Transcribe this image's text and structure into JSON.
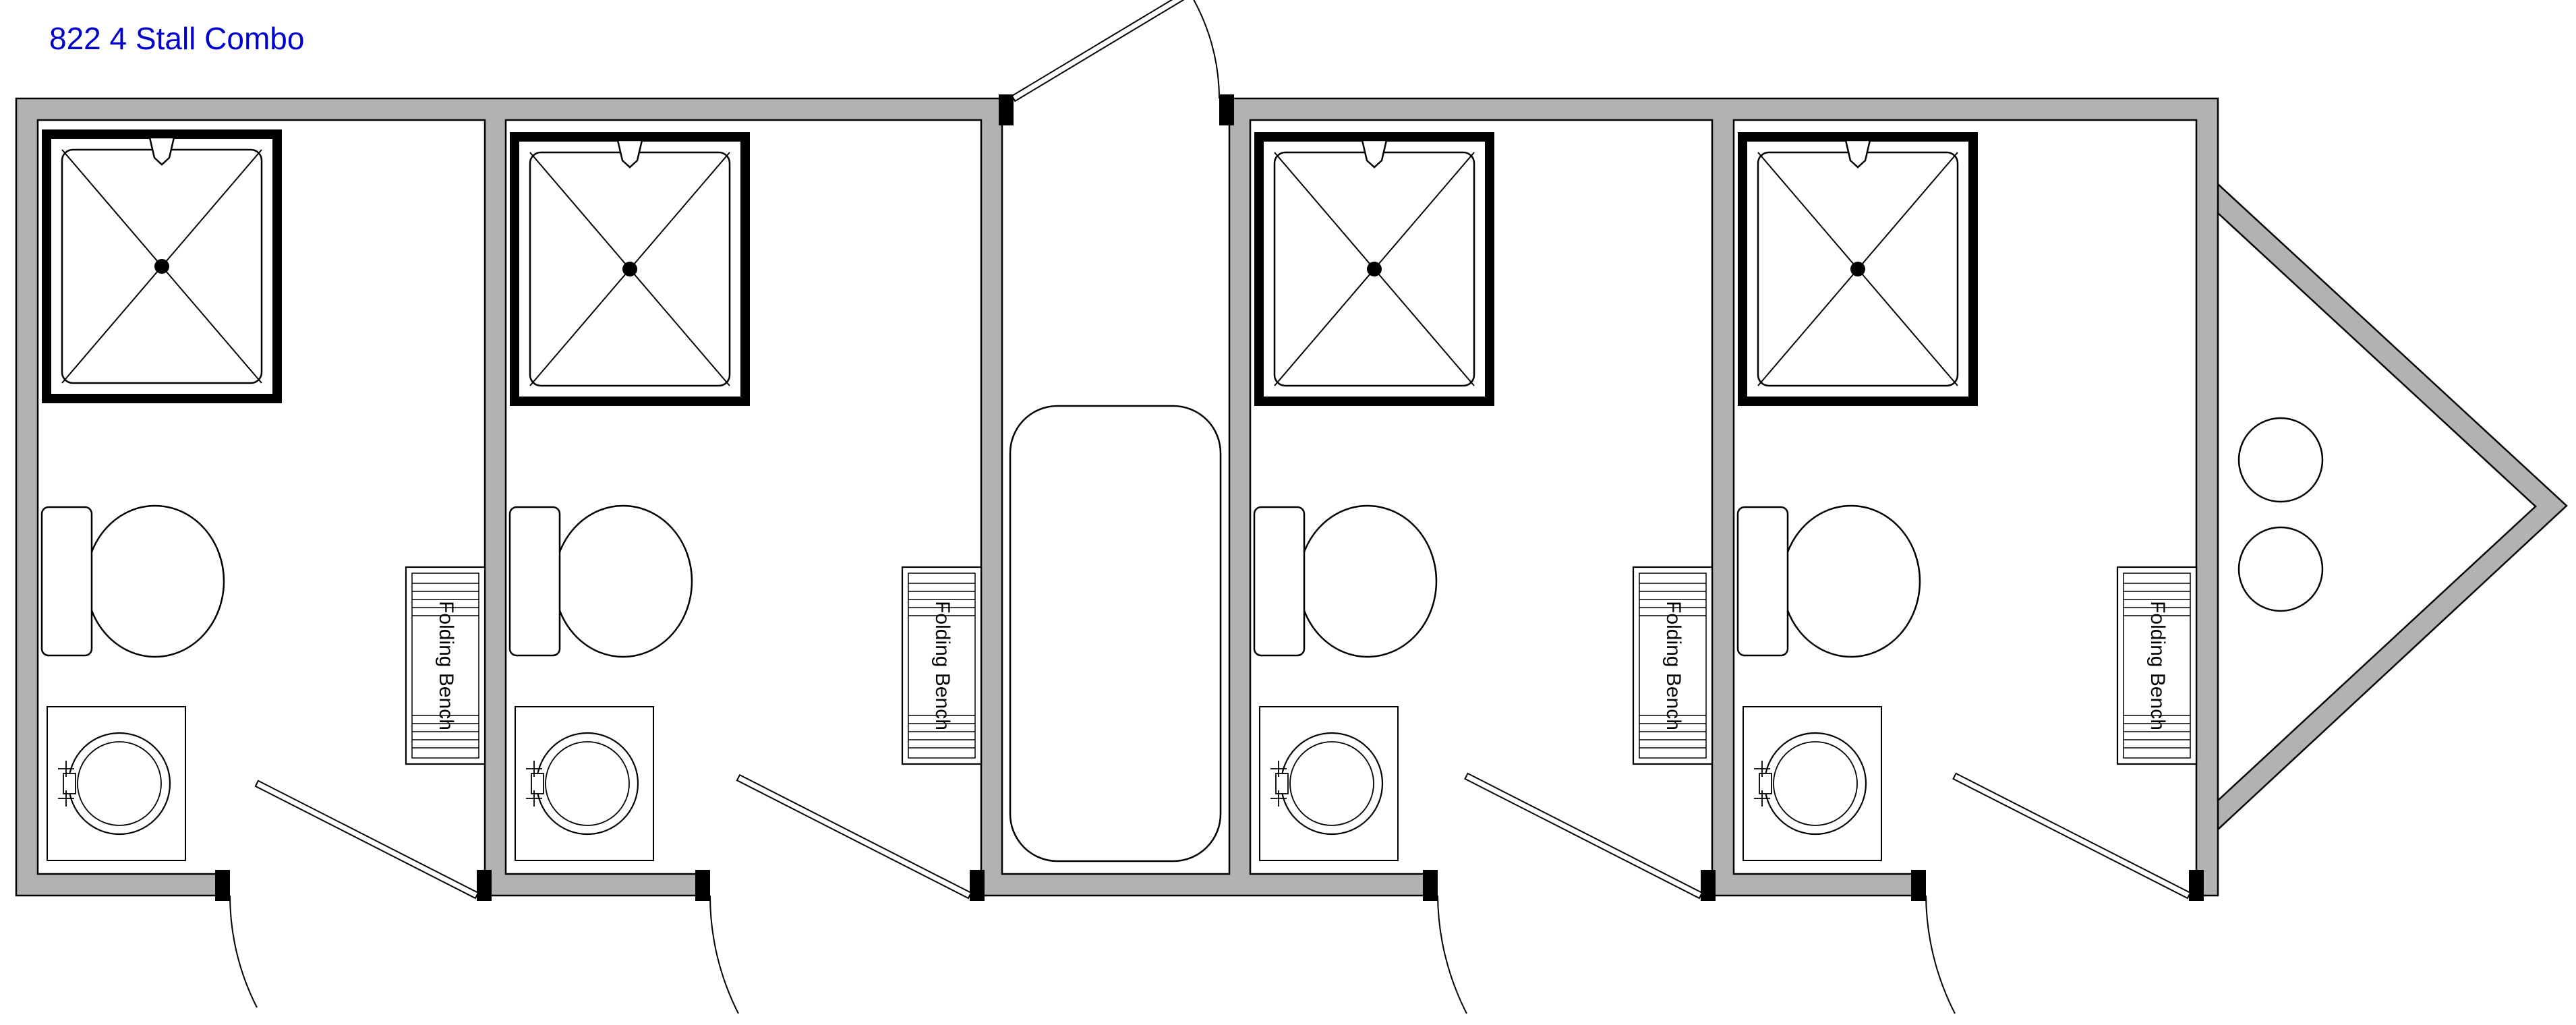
{
  "title": "822 4 Stall Combo",
  "colors": {
    "title": "#0000cc",
    "wall": "#b2b2b2",
    "line": "#000000",
    "background": "#ffffff"
  },
  "stalls": [
    {
      "bench_label": "Folding Bench"
    },
    {
      "bench_label": "Folding Bench"
    },
    {
      "bench_label": "Folding Bench"
    },
    {
      "bench_label": "Folding Bench"
    }
  ]
}
